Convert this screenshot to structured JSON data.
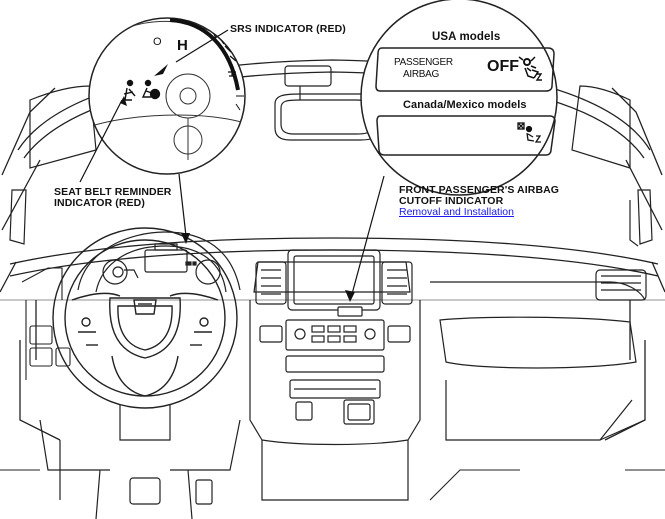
{
  "labels": {
    "srs_indicator": "SRS INDICATOR (RED)",
    "seat_belt_line1": "SEAT BELT REMINDER",
    "seat_belt_line2": "INDICATOR (RED)",
    "airbag_cutoff_line1": "FRONT PASSENGER'S AIRBAG",
    "airbag_cutoff_line2": "CUTOFF INDICATOR",
    "removal_link": "Removal and Installation"
  },
  "gauge": {
    "o_mark": "O",
    "h_mark": "H"
  },
  "usa_panel": {
    "heading": "USA models",
    "passenger_line1": "PASSENGER",
    "passenger_line2": "AIRBAG",
    "off_text": "OFF"
  },
  "canada_panel": {
    "heading": "Canada/Mexico models"
  },
  "icons": {
    "srs": "airbag-person-icon",
    "seat_belt": "seat-belt-icon",
    "passenger_airbag": "passenger-airbag-icon",
    "passenger_airbag_crossed": "passenger-airbag-crossed-icon"
  },
  "colors": {
    "line": "#222222",
    "link": "#1a1aee"
  }
}
